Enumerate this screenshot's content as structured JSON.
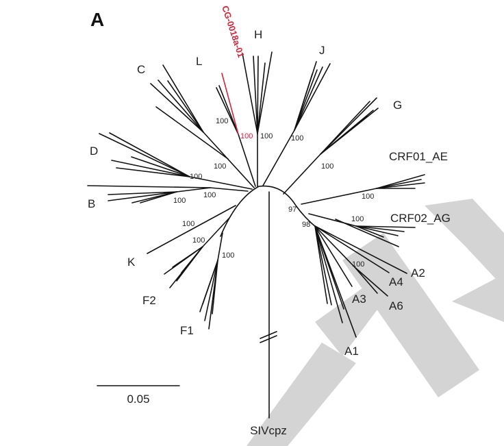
{
  "figure": {
    "panel_label": "A",
    "watermark": "ACCEPTED",
    "highlight_color": "#d0263a",
    "highlight_sequence": "CG-0018a-01",
    "scale_bar_label": "0.05",
    "outgroup": "SIVcpz",
    "subtypes": [
      "H",
      "J",
      "L",
      "C",
      "G",
      "D",
      "CRF01_AE",
      "B",
      "CRF02_AG",
      "K",
      "A2",
      "A4",
      "F2",
      "A6",
      "A3",
      "F1",
      "A1"
    ],
    "bootstrap": {
      "L": "100",
      "CG": "100",
      "H": "100",
      "J": "100",
      "C": "100",
      "D": "100",
      "B_outer": "100",
      "B_inner": "100",
      "G": "100",
      "CRF01_AE": "100",
      "A_outer": "97",
      "A_inner": "98",
      "CRF02_AG": "100",
      "K": "100",
      "F2": "100",
      "F1": "100",
      "A4A6": "100"
    }
  }
}
